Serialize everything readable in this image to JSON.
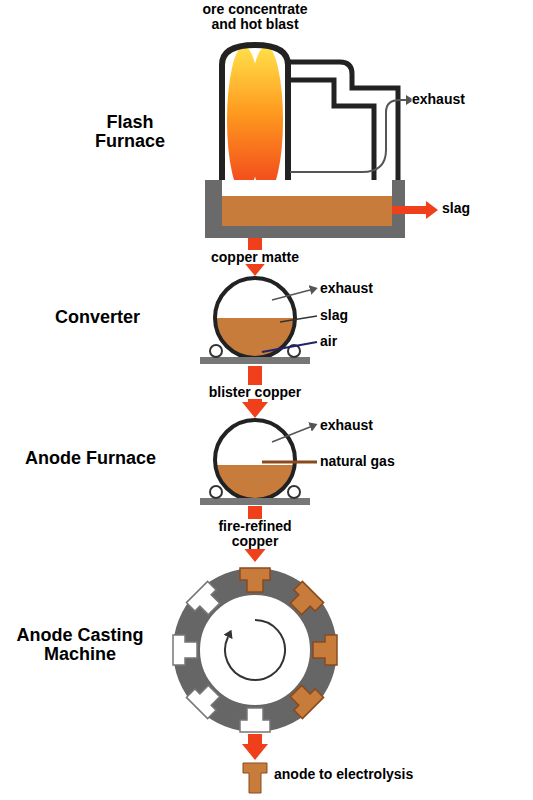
{
  "diagram": {
    "nodes": [
      {
        "text": [
          "Flash Furnace"
        ]
      },
      {
        "text": [
          "Converter"
        ]
      },
      {
        "text": [
          "Anode Furnace"
        ]
      },
      {
        "text": [
          "Anode Casting Machine"
        ]
      },
      {
        "text": [
          "anode to electrolysis"
        ]
      }
    ],
    "edges": [
      {
        "from": 0,
        "to": 1,
        "arrow": "to",
        "label": "copper matte"
      },
      {
        "from": 1,
        "to": 2,
        "arrow": "to",
        "label": "blister copper"
      },
      {
        "from": 2,
        "to": 3,
        "arrow": "to",
        "label": "fire-refined copper"
      },
      {
        "from": 3,
        "to": 4,
        "arrow": "to"
      }
    ],
    "labels": [
      "ore concentrate and hot blast",
      "exhaust",
      "slag",
      "exhaust",
      "slag",
      "air",
      "exhaust",
      "natural gas"
    ]
  }
}
